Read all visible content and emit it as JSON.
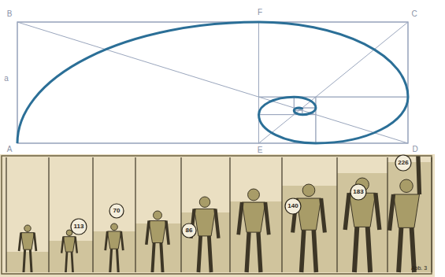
{
  "diagram": {
    "labels": [
      "B",
      "F",
      "C",
      "A",
      "E",
      "D",
      "a",
      "113",
      "70",
      "86",
      "140",
      "183",
      "226",
      "Abb. 3"
    ]
  }
}
